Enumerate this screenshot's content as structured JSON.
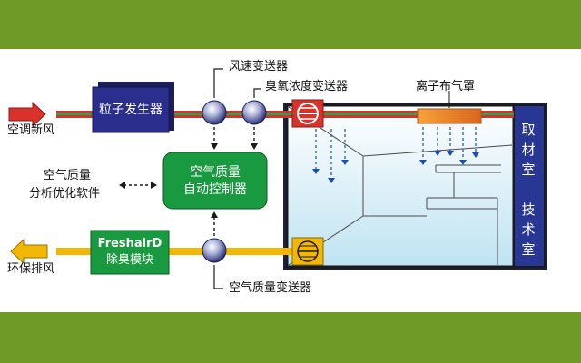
{
  "labels": {
    "fresh_air": "空调新风",
    "exhaust": "环保排风",
    "analysis_line1": "空气质量",
    "analysis_line2": "分析优化软件",
    "wind_speed_transmitter": "风速变送器",
    "ozone_transmitter": "臭氧浓度变送器",
    "ion_hood": "离子布气罩",
    "air_quality_transmitter": "空气质量变送器"
  },
  "boxes": {
    "particle_generator": "粒子发生器",
    "controller_line1": "空气质量",
    "controller_line2": "自动控制器",
    "deodor_line1": "FreshairD",
    "deodor_line2": "除臭模块"
  },
  "room": {
    "side_top": [
      "取",
      "材",
      "室"
    ],
    "side_bottom": [
      "技",
      "术",
      "室"
    ]
  },
  "colors": {
    "band_green": "#6e9a28",
    "box_navy": "#2b2e8c",
    "controller_green": "#1a9a40",
    "supply_red": "#d8322a",
    "exhaust_yellow": "#f2b705",
    "room_panel": "#283694"
  }
}
